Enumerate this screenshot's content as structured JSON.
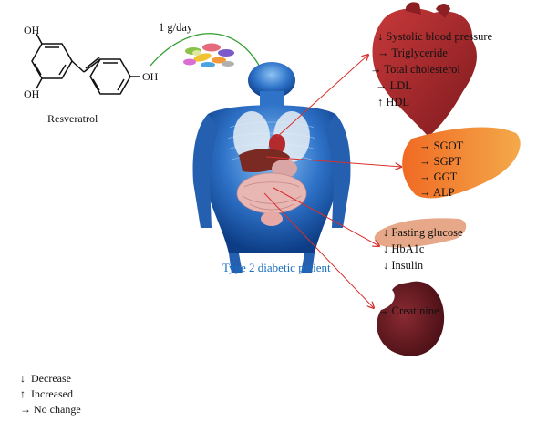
{
  "compound": {
    "name": "Resveratrol",
    "oh_labels": [
      "OH",
      "OH",
      "OH"
    ]
  },
  "dose": "1 g/day",
  "patient_label": "Type 2 diabetic patient",
  "heart": {
    "items": [
      {
        "arrow": "↓",
        "text": "Systolic blood pressure"
      },
      {
        "arrow": "→",
        "text": "Triglyceride"
      },
      {
        "arrow": "→",
        "text": "Total cholesterol"
      },
      {
        "arrow": "→",
        "text": "LDL"
      },
      {
        "arrow": "↑",
        "text": "HDL"
      }
    ]
  },
  "liver": {
    "items": [
      {
        "arrow": "→",
        "text": "SGOT"
      },
      {
        "arrow": "→",
        "text": "SGPT"
      },
      {
        "arrow": "→",
        "text": "GGT"
      },
      {
        "arrow": "→",
        "text": "ALP"
      }
    ]
  },
  "pancreas": {
    "items": [
      {
        "arrow": "↓",
        "text": "Fasting glucose"
      },
      {
        "arrow": "↓",
        "text": "HbA1c"
      },
      {
        "arrow": "↓",
        "text": "Insulin"
      }
    ]
  },
  "kidney": {
    "items": [
      {
        "arrow": "→",
        "text": "Creatinine"
      }
    ]
  },
  "legend": [
    {
      "arrow": "↓",
      "text": "Decrease"
    },
    {
      "arrow": "↑",
      "text": "Increased"
    },
    {
      "arrow": "→",
      "text": "No change"
    }
  ],
  "colors": {
    "connector_red": "#d9302c",
    "dose_arrow_green": "#2f9e2f",
    "patient_text_blue": "#1a6fc2",
    "heart": "#a8262a",
    "liver": "#ef8a2e",
    "pancreas": "#e6a889",
    "kidney": "#6e1a22",
    "body_blue": "#2f73c9"
  },
  "icons": [
    "resveratrol-structure-icon",
    "pills-icon",
    "human-body-icon",
    "heart-icon",
    "liver-icon",
    "pancreas-icon",
    "kidney-icon"
  ]
}
